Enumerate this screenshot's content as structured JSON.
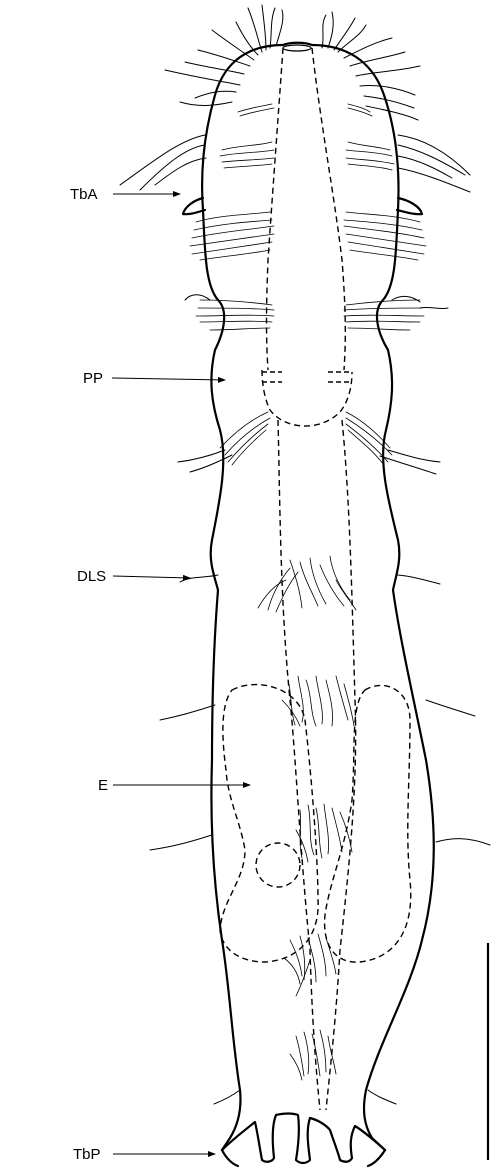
{
  "labels": {
    "tba": "TbA",
    "pp": "PP",
    "dls": "DLS",
    "e": "E",
    "tbp": "TbP"
  }
}
